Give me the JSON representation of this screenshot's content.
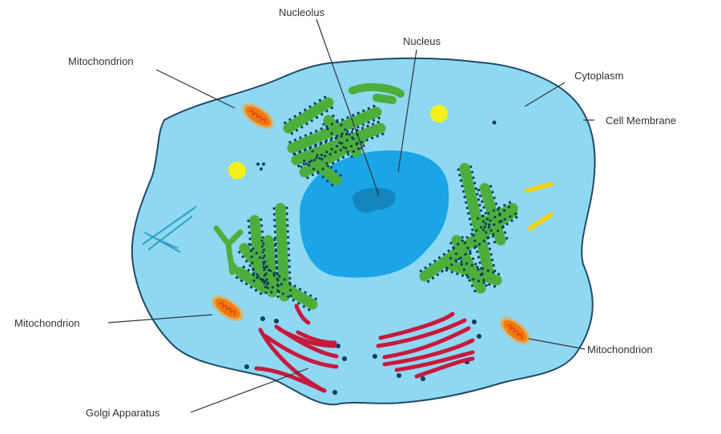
{
  "title": "Animal Cell Diagram",
  "labels": {
    "nucleolus": "Nucleolus",
    "nucleus": "Nucleus",
    "mito_top": "Mitochondrion",
    "cytoplasm": "Cytoplasm",
    "membrane": "Cell Membrane",
    "mito_left": "Mitochondrion",
    "mito_right": "Mitochondrion",
    "golgi": "Golgi Apparatus"
  },
  "colors": {
    "cytoplasm": "#8fd8f2",
    "membrane": "#1f4a66",
    "nucleus": "#1aa6e6",
    "nucleolus": "#1585bf",
    "er": "#4caf3c",
    "ribosome": "#0f3d5c",
    "golgi": "#c8193c",
    "mitochondrion": "#f07a10",
    "vesicle": "#f5ef1a"
  }
}
